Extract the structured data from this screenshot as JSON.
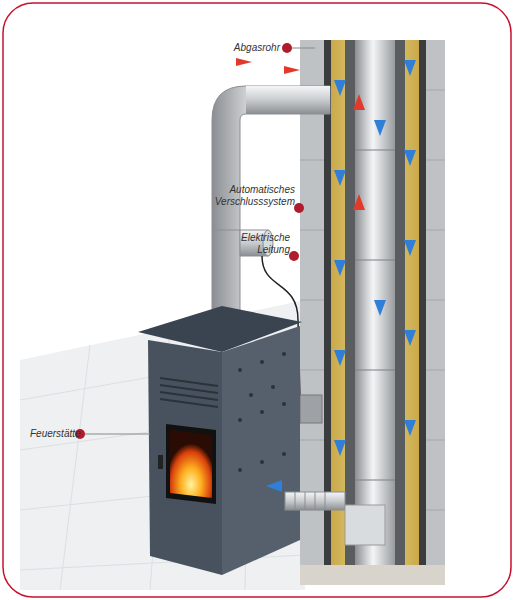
{
  "diagram": {
    "labels": [
      "Abgasrohr",
      "Automatisches Verschlusssystem",
      "Elektrische Leitung",
      "Feuerstätte"
    ]
  }
}
